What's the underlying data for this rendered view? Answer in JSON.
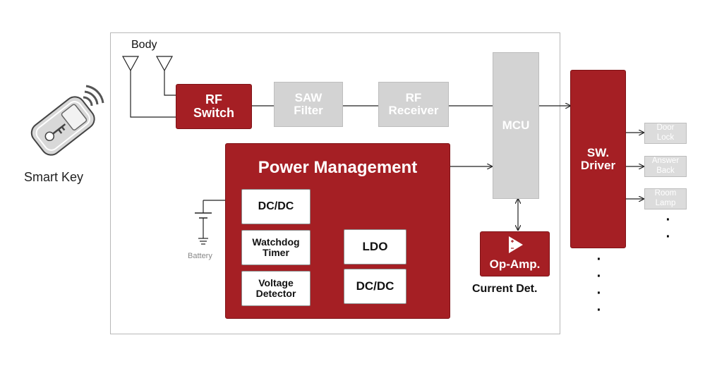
{
  "labels": {
    "body": "Body",
    "smart_key": "Smart Key",
    "battery": "Battery",
    "current_det": "Current Det."
  },
  "blocks": {
    "rf_switch": "RF\nSwitch",
    "saw_filter": "SAW\nFilter",
    "rf_receiver": "RF\nReceiver",
    "mcu": "MCU",
    "sw_driver": "SW.\nDriver",
    "power_management": "Power Management",
    "dcdc_input": "DC/DC",
    "watchdog_timer": "Watchdog\nTimer",
    "voltage_detector": "Voltage\nDetector",
    "ldo": "LDO",
    "dcdc_output": "DC/DC",
    "op_amp": "Op-Amp."
  },
  "outputs": [
    "Door\nLock",
    "Answer\nBack",
    "Room\nLamp"
  ],
  "ellipsis": {
    "outputs": "·\n·",
    "driver": "·\n·\n·\n·"
  },
  "colors": {
    "accent_red": "#a51f24",
    "inactive_grey": "#d3d3d3",
    "frame_border": "#b8b8b8"
  }
}
